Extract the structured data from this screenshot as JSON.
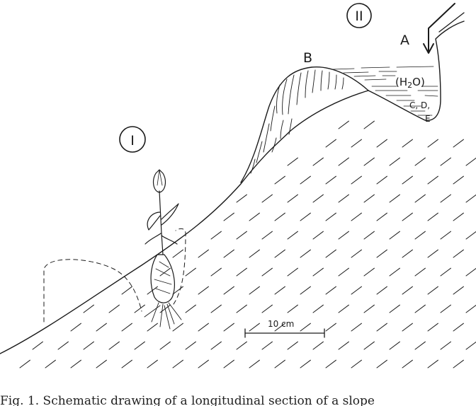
{
  "labels": {
    "site_one": "I",
    "site_two": "II",
    "point_a": "A",
    "point_b": "B",
    "water": "(H",
    "water_sub": "2",
    "water_end": "O)",
    "layers_cde": "C, D,",
    "layer_e": "E",
    "scale_bar": "10 cm"
  },
  "caption": "Fig. 1. Schematic drawing of a longitudinal section of a slope"
}
